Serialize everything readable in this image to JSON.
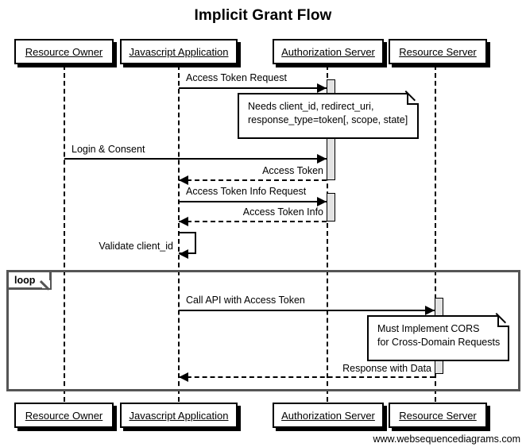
{
  "diagram": {
    "title": "Implicit Grant Flow",
    "footer_credit": "www.websequencediagrams.com",
    "colors": {
      "stroke": "#000000",
      "activation_fill": "#e3e3e3",
      "fragment_stroke": "#555555",
      "background": "#ffffff"
    }
  },
  "participants": [
    {
      "id": "resource-owner",
      "label": "Resource Owner"
    },
    {
      "id": "javascript-application",
      "label": "Javascript Application"
    },
    {
      "id": "authorization-server",
      "label": "Authorization Server"
    },
    {
      "id": "resource-server",
      "label": "Resource Server"
    }
  ],
  "participants_bottom": [
    {
      "id": "resource-owner",
      "label": "Resource Owner"
    },
    {
      "id": "javascript-application",
      "label": "Javascript Application"
    },
    {
      "id": "authorization-server",
      "label": "Authorization Server"
    },
    {
      "id": "resource-server",
      "label": "Resource Server"
    }
  ],
  "messages": [
    {
      "id": "access-token-request",
      "label": "Access Token Request",
      "from": "javascript-application",
      "to": "authorization-server",
      "style": "solid"
    },
    {
      "id": "login-and-consent",
      "label": "Login & Consent",
      "from": "resource-owner",
      "to": "authorization-server",
      "style": "solid"
    },
    {
      "id": "access-token",
      "label": "Access Token",
      "from": "authorization-server",
      "to": "javascript-application",
      "style": "dashed"
    },
    {
      "id": "access-token-info-request",
      "label": "Access Token Info Request",
      "from": "javascript-application",
      "to": "authorization-server",
      "style": "solid"
    },
    {
      "id": "access-token-info",
      "label": "Access Token Info",
      "from": "authorization-server",
      "to": "javascript-application",
      "style": "dashed"
    },
    {
      "id": "validate-client-id",
      "label": "Validate client_id",
      "from": "javascript-application",
      "to": "javascript-application",
      "style": "self"
    },
    {
      "id": "call-api-with-access-token",
      "label": "Call API with Access Token",
      "from": "javascript-application",
      "to": "resource-server",
      "style": "solid"
    },
    {
      "id": "response-with-data",
      "label": "Response with Data",
      "from": "resource-server",
      "to": "javascript-application",
      "style": "dashed"
    }
  ],
  "notes": [
    {
      "id": "note-authorization-params",
      "lines": [
        "Needs client_id, redirect_uri,",
        "response_type=token[, scope, state]"
      ]
    },
    {
      "id": "note-cors",
      "lines": [
        "Must Implement CORS",
        "for Cross-Domain Requests"
      ]
    }
  ],
  "fragments": [
    {
      "id": "loop-fragment",
      "operator": "loop"
    }
  ]
}
